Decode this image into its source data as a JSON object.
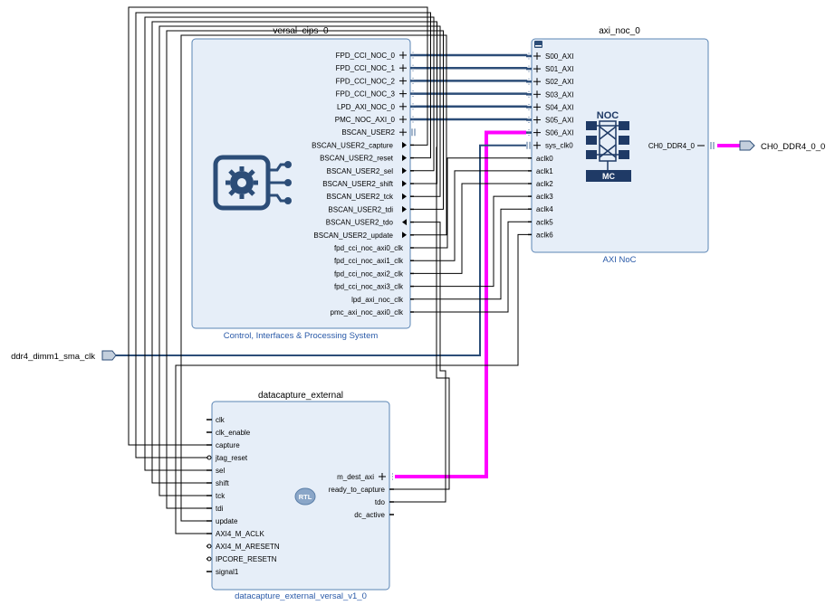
{
  "blocks": {
    "cips": {
      "title": "versal_cips_0",
      "subtitle": "Control, Interfaces & Processing System",
      "icon": "gear-chip-icon",
      "ports": [
        "FPD_CCI_NOC_0",
        "FPD_CCI_NOC_1",
        "FPD_CCI_NOC_2",
        "FPD_CCI_NOC_3",
        "LPD_AXI_NOC_0",
        "PMC_NOC_AXI_0",
        "BSCAN_USER2",
        "BSCAN_USER2_capture",
        "BSCAN_USER2_reset",
        "BSCAN_USER2_sel",
        "BSCAN_USER2_shift",
        "BSCAN_USER2_tck",
        "BSCAN_USER2_tdi",
        "BSCAN_USER2_tdo",
        "BSCAN_USER2_update",
        "fpd_cci_noc_axi0_clk",
        "fpd_cci_noc_axi1_clk",
        "fpd_cci_noc_axi2_clk",
        "fpd_cci_noc_axi3_clk",
        "lpd_axi_noc_clk",
        "pmc_axi_noc_axi0_clk"
      ]
    },
    "noc": {
      "title": "axi_noc_0",
      "subtitle": "AXI NoC",
      "logo_top": "NOC",
      "logo_bottom": "MC",
      "left_ports": [
        "S00_AXI",
        "S01_AXI",
        "S02_AXI",
        "S03_AXI",
        "S04_AXI",
        "S05_AXI",
        "S06_AXI",
        "sys_clk0",
        "aclk0",
        "aclk1",
        "aclk2",
        "aclk3",
        "aclk4",
        "aclk5",
        "aclk6"
      ],
      "right_port": "CH0_DDR4_0"
    },
    "dc": {
      "title": "datacapture_external",
      "subtitle": "datacapture_external_versal_v1_0",
      "rtl_badge": "RTL",
      "left_ports": [
        "clk",
        "clk_enable",
        "capture",
        "jtag_reset",
        "sel",
        "shift",
        "tck",
        "tdi",
        "update",
        "AXI4_M_ACLK",
        "AXI4_M_ARESETN",
        "IPCORE_RESETN",
        "signal1"
      ],
      "right_ports": [
        "m_dest_axi",
        "ready_to_capture",
        "tdo",
        "dc_active"
      ]
    }
  },
  "external_ports": {
    "input": "ddr4_dimm1_sma_clk",
    "output": "CH0_DDR4_0_0"
  },
  "colors": {
    "block_fill": "#e6eef8",
    "block_stroke": "#5b85b5",
    "bus": "#2c4d78",
    "wire": "#000000",
    "highlight": "#ff00ff",
    "subtitle": "#2a5aa8"
  }
}
